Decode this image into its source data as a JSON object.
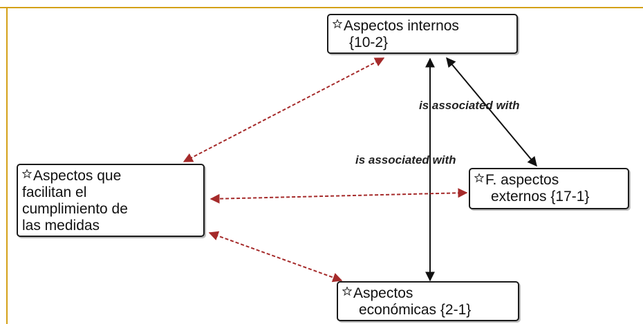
{
  "colors": {
    "frame_border": "#d4a017",
    "solid_edge": "#111111",
    "dashed_edge": "#a52a2a"
  },
  "nodes": [
    {
      "id": "internos",
      "line1": "Aspectos internos",
      "line2": "{10-2}",
      "icon": "star-icon"
    },
    {
      "id": "facilitan",
      "lines": [
        "Aspectos que",
        "facilitan el",
        "cumplimiento de",
        "las medidas"
      ],
      "icon": "star-icon"
    },
    {
      "id": "externos",
      "line1": "F. aspectos",
      "line2": "externos {17-1}",
      "icon": "star-icon"
    },
    {
      "id": "economicas",
      "line1": "Aspectos",
      "line2": "económicas {2-1}",
      "icon": "star-icon"
    }
  ],
  "edge_labels": {
    "top": "is associated with",
    "middle": "is associated with"
  }
}
